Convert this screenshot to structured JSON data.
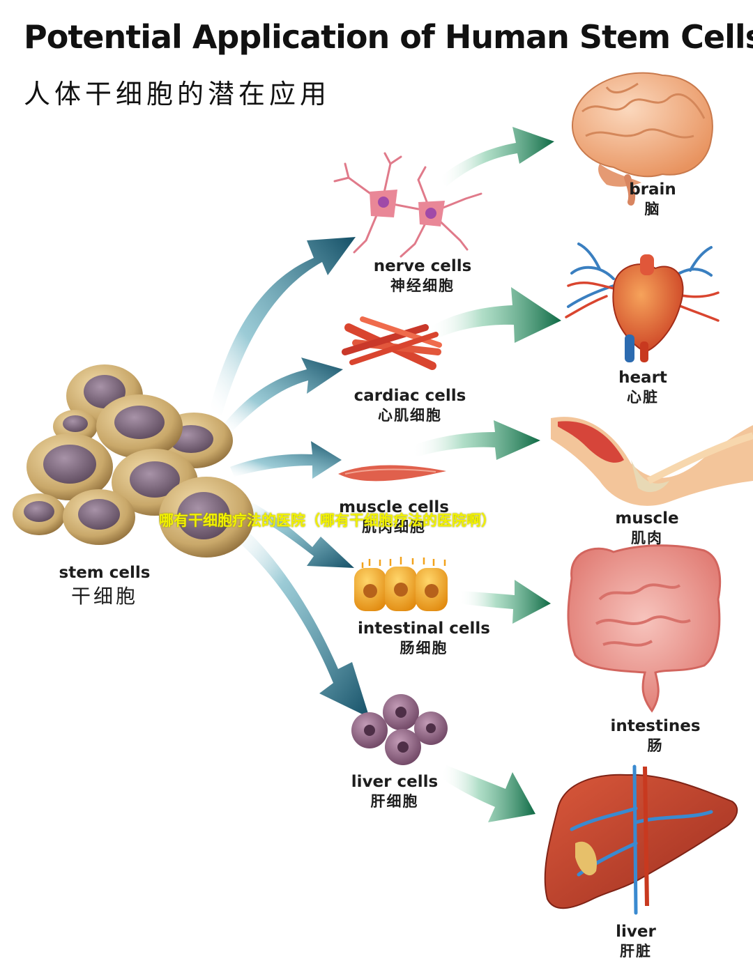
{
  "title": "Potential Application of Human Stem Cells",
  "subtitle": "人体干细胞的潜在应用",
  "overlay_text": "哪有干细胞疗法的医院（哪有干细胞疗法的医院啊）",
  "source": {
    "en": "stem cells",
    "zh": "干细胞"
  },
  "cells": [
    {
      "en": "nerve cells",
      "zh": "神经细胞"
    },
    {
      "en": "cardiac cells",
      "zh": "心肌细胞"
    },
    {
      "en": "muscle cells",
      "zh": "肌肉细胞"
    },
    {
      "en": "intestinal cells",
      "zh": "肠细胞"
    },
    {
      "en": "liver cells",
      "zh": "肝细胞"
    }
  ],
  "organs": [
    {
      "en": "brain",
      "zh": "脑"
    },
    {
      "en": "heart",
      "zh": "心脏"
    },
    {
      "en": "muscle",
      "zh": "肌肉"
    },
    {
      "en": "intestines",
      "zh": "肠"
    },
    {
      "en": "liver",
      "zh": "肝脏"
    }
  ],
  "colors": {
    "arrow_teal": "#1c6f86",
    "arrow_green": "#1e8a5c",
    "stem_cell": "#c9a86a",
    "stem_nucleus": "#7e6a80",
    "nerve": "#e07a8a",
    "cardiac": "#d9452f",
    "intestinal": "#f2a21c",
    "liver_cell": "#9a6b8a",
    "organ_brain": "#f1b48e",
    "organ_heart": "#e5603a",
    "organ_intestine": "#ec8f8a",
    "organ_liver": "#c2452e"
  },
  "icons": [
    "stem-cell-cluster",
    "neuron",
    "cardiac-fibers",
    "muscle-fiber",
    "intestinal-epithelium",
    "hepatocytes",
    "brain",
    "heart",
    "arm-muscle",
    "intestines",
    "liver"
  ]
}
